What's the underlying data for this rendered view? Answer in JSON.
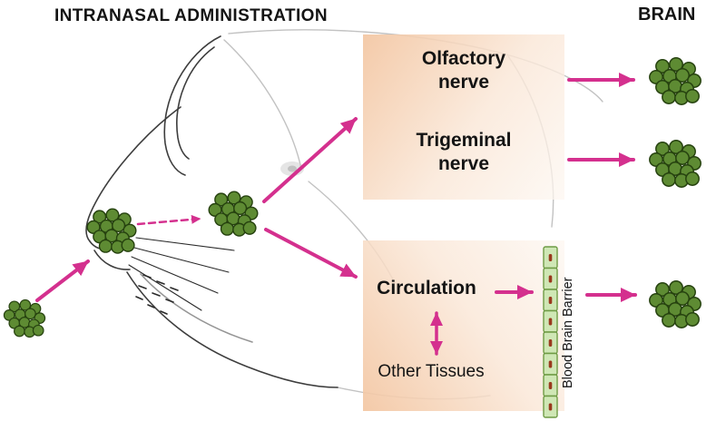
{
  "title": "INTRANASAL ADMINISTRATION",
  "brain_label": "BRAIN",
  "routes": {
    "olfactory": "Olfactory nerve",
    "trigeminal": "Trigeminal nerve",
    "circulation": "Circulation",
    "other_tissues": "Other Tissues",
    "blood_brain_barrier": "Blood Brain Barrier"
  },
  "icons": {
    "nanoparticle_cluster": "blob of packed green circles (drug nanoparticles)",
    "transport_arrow": "magenta arrow",
    "bbb_cells": "vertical strip of stacked cells with red nuclei",
    "rat_sketch": "line drawing of rat head"
  },
  "colors": {
    "arrow": "#d4308e",
    "particle_fill": "#5e8b33",
    "particle_outline": "#26420f",
    "box_peach": "#f3c6a2",
    "bbb_cell_fill": "#cfe7b5",
    "bbb_cell_border": "#6f9b45",
    "bbb_nucleus": "#993a1e",
    "text": "#141414"
  }
}
